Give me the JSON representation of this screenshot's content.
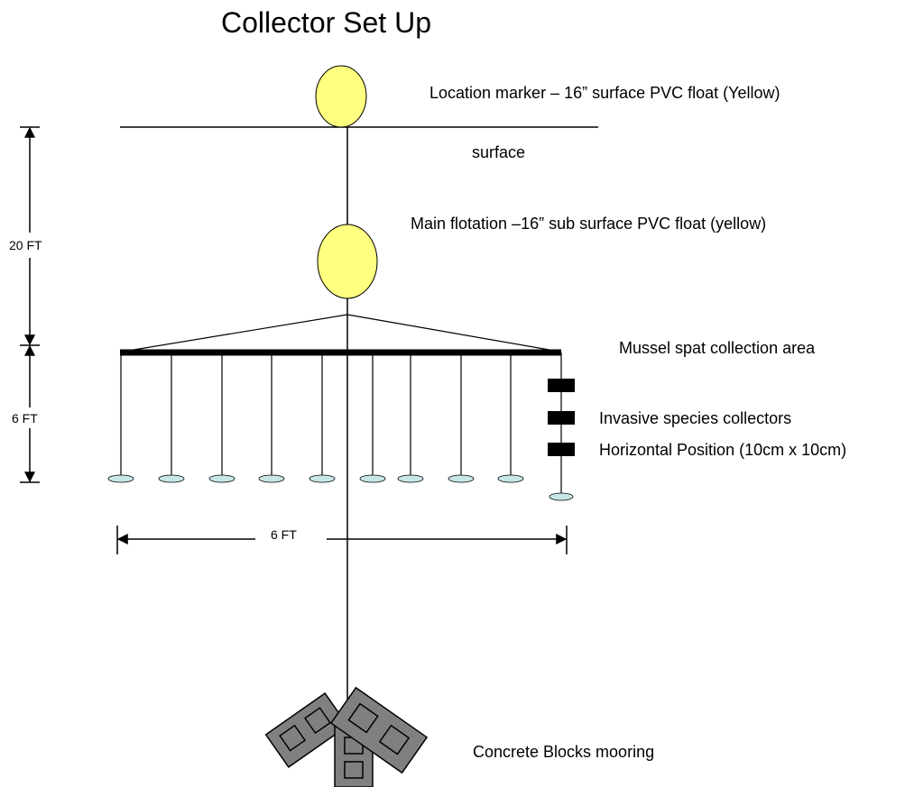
{
  "title": "Collector Set Up",
  "labels": {
    "location_marker": "Location marker – 16” surface PVC float (Yellow)",
    "surface": "surface",
    "main_flotation": "Main flotation –16” sub surface PVC float (yellow)",
    "mussel_area": "Mussel spat collection area",
    "invasive_collectors": "Invasive species collectors",
    "horizontal_position": "Horizontal Position (10cm x 10cm)",
    "mooring": "Concrete Blocks mooring"
  },
  "dimensions": {
    "depth_to_array": "20  FT",
    "collector_length": "6 FT",
    "array_width": "6 FT"
  },
  "colors": {
    "float_fill": "#ffff80",
    "disc_fill": "#c8e6e6",
    "block_fill": "#808080",
    "line": "#000000"
  }
}
